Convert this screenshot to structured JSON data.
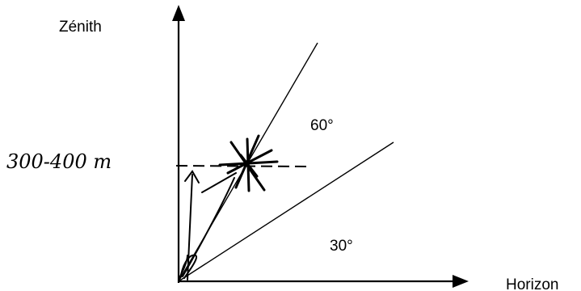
{
  "labels": {
    "zenith": "Zénith",
    "horizon": "Horizon",
    "angle_60": "60°",
    "angle_30": "30°",
    "altitude": "300-400 m"
  },
  "colors": {
    "ink": "#000000",
    "background": "#ffffff"
  }
}
